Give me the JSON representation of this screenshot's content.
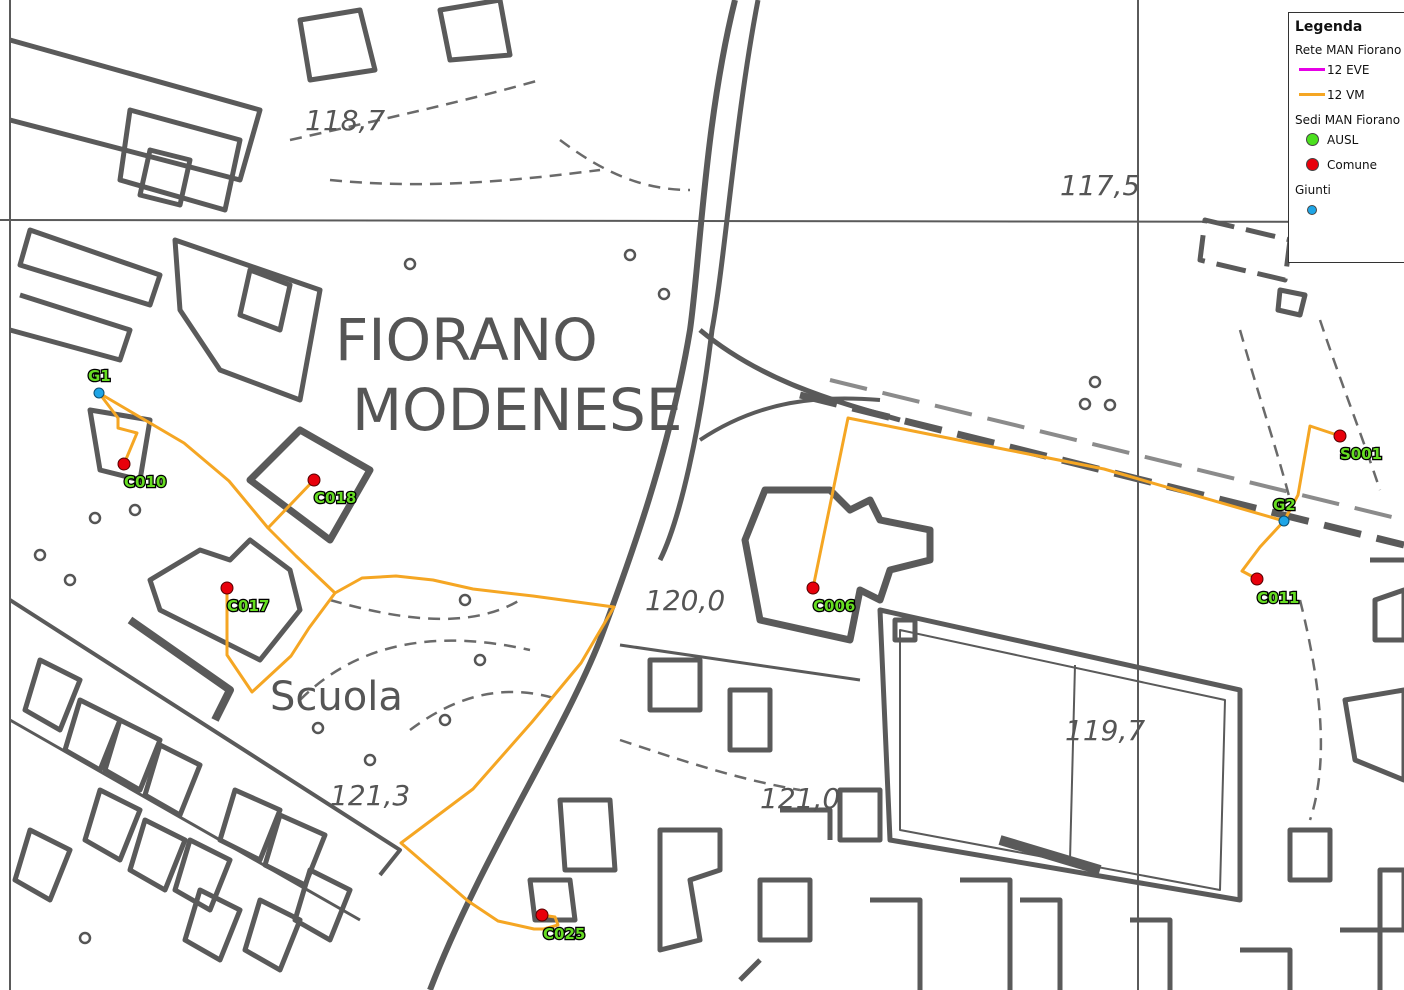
{
  "legend": {
    "title": "Legenda",
    "groups": [
      {
        "name": "Rete MAN Fiorano",
        "items": [
          {
            "label": "12 EVE",
            "kind": "line",
            "color": "#e600e6"
          },
          {
            "label": "12 VM",
            "kind": "line",
            "color": "#f5a623"
          }
        ]
      },
      {
        "name": "Sedi MAN Fiorano",
        "items": [
          {
            "label": "AUSL",
            "kind": "dot",
            "color": "#4be01e"
          },
          {
            "label": "Comune",
            "kind": "dot",
            "color": "#e8000b"
          }
        ]
      },
      {
        "name": "Giunti",
        "items": [
          {
            "label": "",
            "kind": "dot-small",
            "color": "#1ea5e6"
          }
        ]
      }
    ]
  },
  "basemap_labels": {
    "town_line1": "FIORANO",
    "town_line2": "MODENESE",
    "school": "Scuola",
    "elevations": [
      "118,7",
      "117,5",
      "120,0",
      "121,3",
      "121,0",
      "119,7"
    ]
  },
  "colors": {
    "route": "#f5a623",
    "comune": "#e8000b",
    "giunto": "#1ea5e6",
    "label_fill": "#66dd22"
  },
  "sites": [
    {
      "id": "C010",
      "type": "Comune"
    },
    {
      "id": "C018",
      "type": "Comune"
    },
    {
      "id": "C017",
      "type": "Comune"
    },
    {
      "id": "C006",
      "type": "Comune"
    },
    {
      "id": "C011",
      "type": "Comune"
    },
    {
      "id": "S001",
      "type": "Comune"
    },
    {
      "id": "C025",
      "type": "Comune"
    }
  ],
  "junctions": [
    {
      "id": "G1"
    },
    {
      "id": "G2"
    }
  ]
}
